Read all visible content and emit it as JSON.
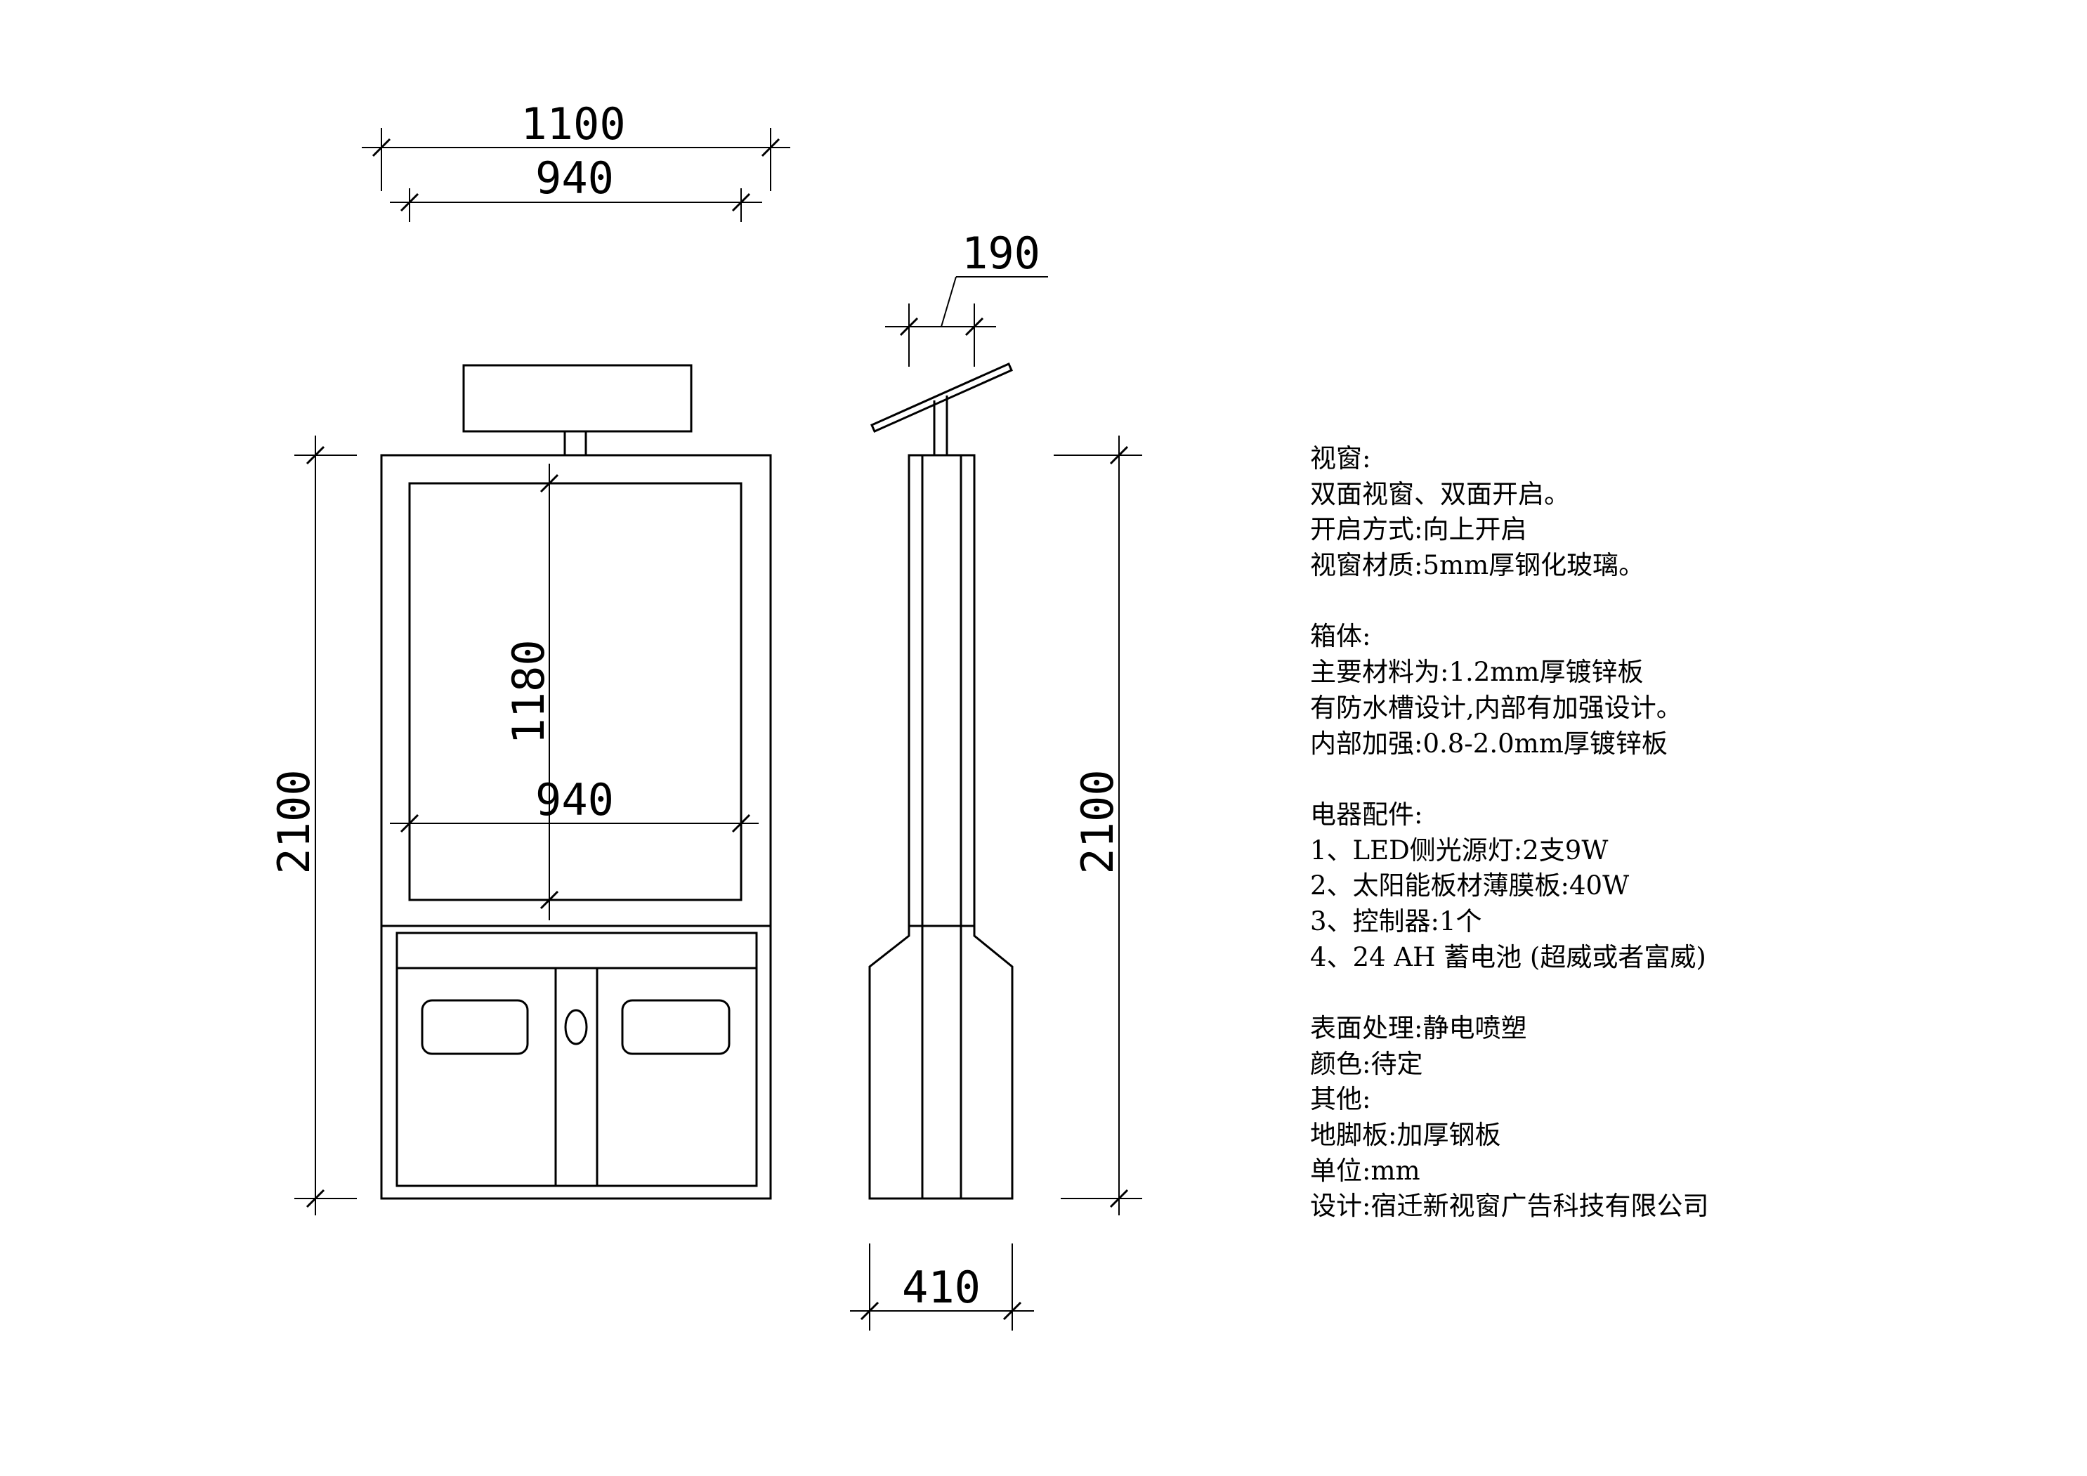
{
  "dimensions": {
    "front_total_width": "1100",
    "front_inner_width": "940",
    "front_window_height": "1180",
    "front_window_width": "940",
    "front_total_height": "2100",
    "side_panel_depth": "190",
    "side_total_height": "2100",
    "side_base_width": "410"
  },
  "notes": {
    "window": {
      "heading": "视窗:",
      "lines": [
        "双面视窗、双面开启。",
        "开启方式:向上开启",
        "视窗材质:5mm厚钢化玻璃。"
      ]
    },
    "cabinet": {
      "heading": "箱体:",
      "lines": [
        "主要材料为:1.2mm厚镀锌板",
        "有防水槽设计,内部有加强设计。",
        "内部加强:0.8-2.0mm厚镀锌板"
      ]
    },
    "electrical": {
      "heading": "电器配件:",
      "lines": [
        "1、LED侧光源灯:2支9W",
        "2、太阳能板材薄膜板:40W",
        "3、控制器:1个",
        "4、24 AH 蓄电池 (超威或者富威)"
      ]
    },
    "misc": {
      "lines": [
        "表面处理:静电喷塑",
        "颜色:待定",
        "其他:",
        "地脚板:加厚钢板",
        "单位:mm",
        "设计:宿迁新视窗广告科技有限公司"
      ]
    }
  }
}
